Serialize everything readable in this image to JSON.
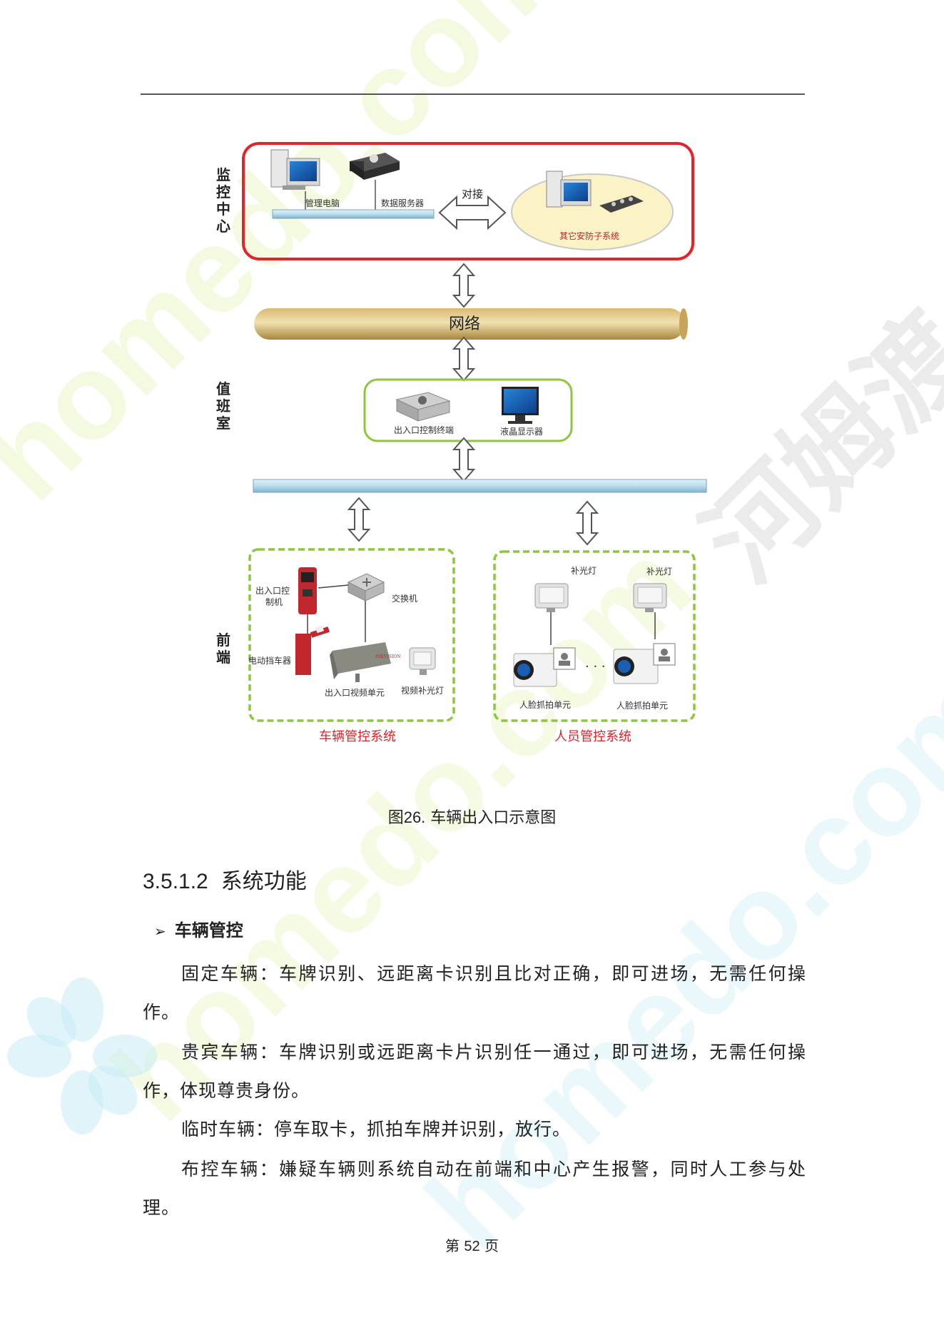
{
  "diagram": {
    "zones": {
      "monitor": "监控中心",
      "duty": "值班室",
      "front": "前端"
    },
    "monitor_center": {
      "pc_label": "管理电脑",
      "server_label": "数据服务器",
      "dock_label": "对接",
      "other_system_label": "其它安防子系统"
    },
    "network_label": "网络",
    "duty_room": {
      "terminal_label": "出入口控制终端",
      "lcd_label": "液晶显示器"
    },
    "vehicle_system": {
      "controller_label": "出入口控制机",
      "switch_label": "交换机",
      "barrier_label": "电动挡车器",
      "video_unit_label": "出入口视频单元",
      "video_light_label": "视频补光灯",
      "title": "车辆管控系统"
    },
    "person_system": {
      "fill_light_1": "补光灯",
      "fill_light_2": "补光灯",
      "face_unit_1": "人脸抓拍单元",
      "face_unit_2": "人脸抓拍单元",
      "title": "人员管控系统"
    }
  },
  "caption": {
    "prefix": "图",
    "number": "26.",
    "text": "车辆出入口示意图"
  },
  "section": {
    "number": "3.5.1.2",
    "title": "系统功能"
  },
  "bullet": "车辆管控",
  "paragraphs": [
    "固定车辆：车牌识别、远距离卡识别且比对正确，即可进场，无需任何操作。",
    "贵宾车辆：车牌识别或远距离卡片识别任一通过，即可进场，无需任何操作，体现尊贵身份。",
    "临时车辆：停车取卡，抓拍车牌并识别，放行。",
    "布控车辆：嫌疑车辆则系统自动在前端和中心产生报警，同时人工参与处理。"
  ],
  "footer": {
    "prefix": "第",
    "number": "52",
    "suffix": "页"
  },
  "watermarks": [
    "homedo.com",
    "homedo.com",
    "homedo.com",
    "河姆渡"
  ]
}
